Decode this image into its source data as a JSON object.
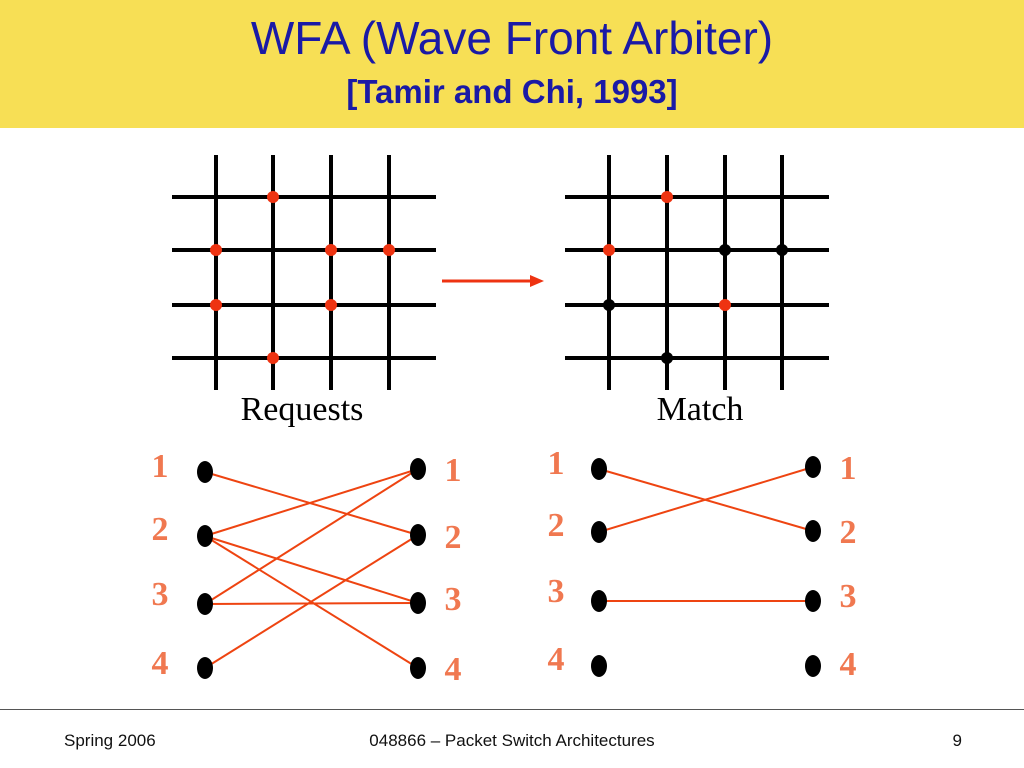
{
  "header": {
    "title": "WFA (Wave Front Arbiter)",
    "subtitle": "[Tamir and Chi, 1993]"
  },
  "colors": {
    "banner": "#f7df55",
    "title": "#1a1aa6",
    "request_dot": "#ee3311",
    "match_dot": "#000000",
    "edge": "#ee4411",
    "number": "#f07850",
    "arrow": "#ee3311"
  },
  "grid_requests": {
    "label": "Requests",
    "cells": [
      [
        0,
        1,
        0,
        0
      ],
      [
        1,
        0,
        1,
        1
      ],
      [
        1,
        0,
        1,
        0
      ],
      [
        0,
        1,
        0,
        0
      ]
    ]
  },
  "grid_match": {
    "label": "Match",
    "cells": [
      [
        0,
        1,
        0,
        0
      ],
      [
        1,
        0,
        2,
        2
      ],
      [
        2,
        0,
        1,
        0
      ],
      [
        0,
        2,
        0,
        0
      ]
    ]
  },
  "bipartite_requests": {
    "left_labels": [
      "1",
      "2",
      "3",
      "4"
    ],
    "right_labels": [
      "1",
      "2",
      "3",
      "4"
    ],
    "edges": [
      [
        1,
        2
      ],
      [
        2,
        1
      ],
      [
        2,
        3
      ],
      [
        2,
        4
      ],
      [
        3,
        1
      ],
      [
        3,
        3
      ],
      [
        4,
        2
      ]
    ]
  },
  "bipartite_match": {
    "left_labels": [
      "1",
      "2",
      "3",
      "4"
    ],
    "right_labels": [
      "1",
      "2",
      "3",
      "4"
    ],
    "edges": [
      [
        1,
        2
      ],
      [
        2,
        1
      ],
      [
        3,
        3
      ]
    ]
  },
  "footer": {
    "left": "Spring 2006",
    "center": "048866 – Packet Switch Architectures",
    "right": "9"
  }
}
